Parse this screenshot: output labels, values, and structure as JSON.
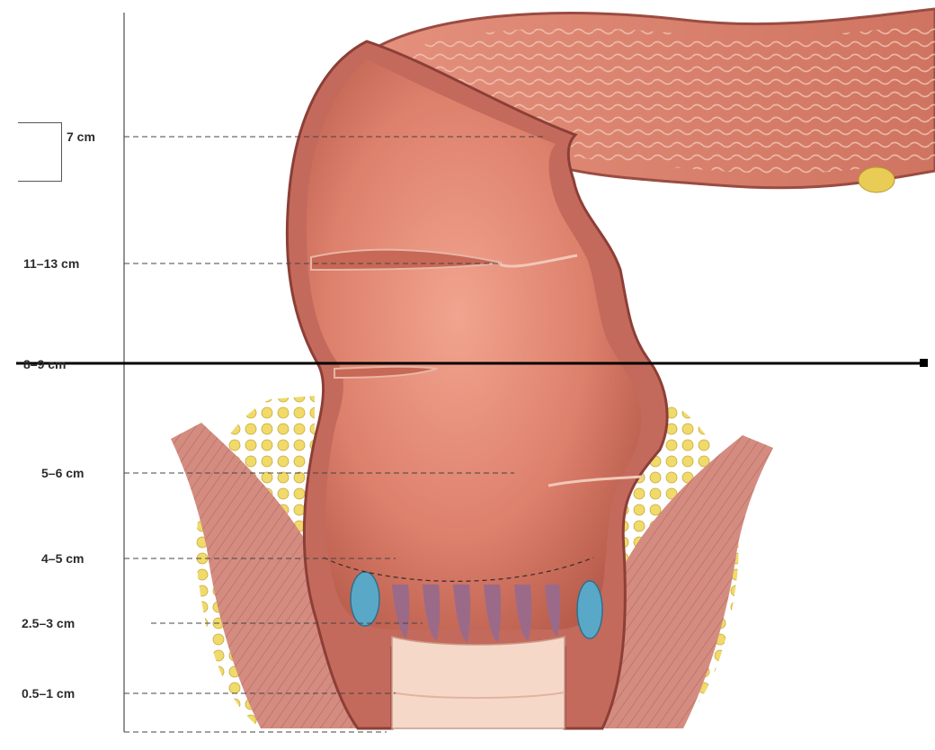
{
  "labels": {
    "l1": "7 cm",
    "l2": "11–13 cm",
    "l3": "8–9 cm",
    "l4": "5–6 cm",
    "l5": "4–5 cm",
    "l6": "2.5–3 cm",
    "l7": "0.5–1 cm"
  },
  "colors": {
    "mucosa": "#d77a68",
    "wall": "#b2645a",
    "muscle": "#c8857a",
    "fat": "#e4cc58",
    "vein": "#5aa8c8",
    "skin": "#f4d6c6"
  }
}
